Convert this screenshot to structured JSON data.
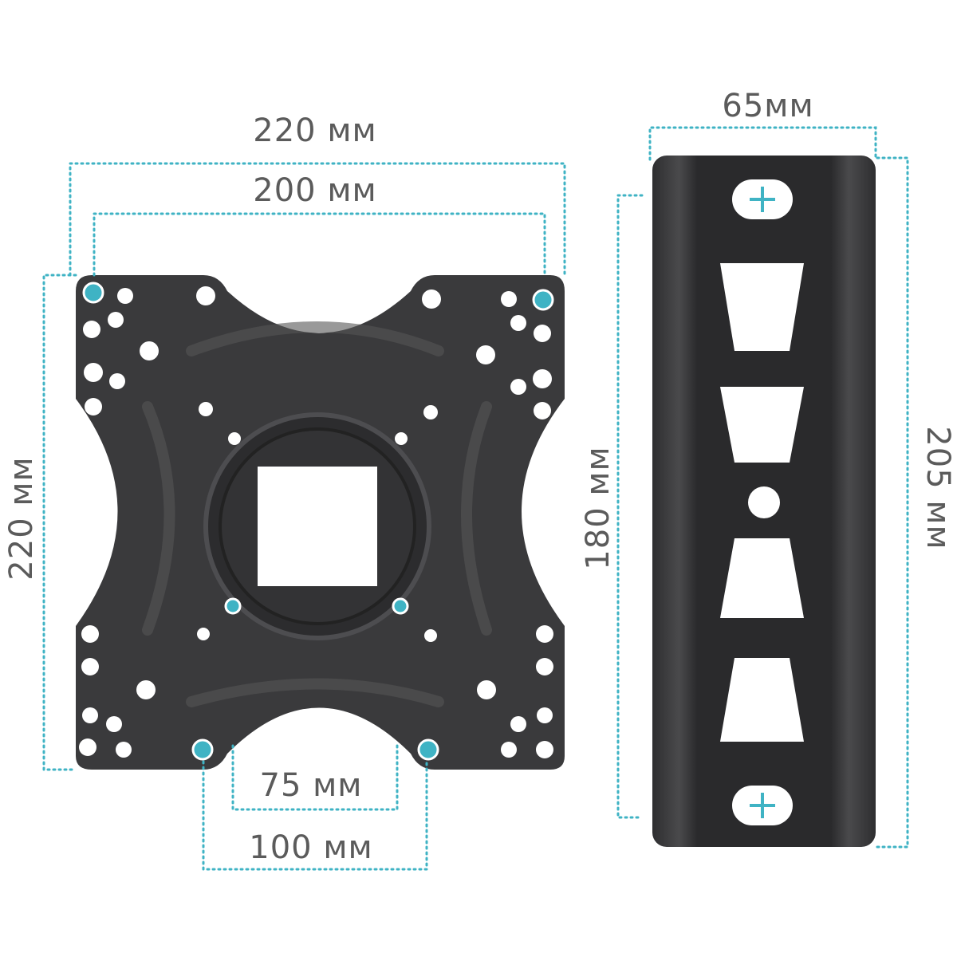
{
  "colors": {
    "plate": "#3a3a3c",
    "dimension_line": "#3fb3c4",
    "label_text": "#5b5b5b"
  },
  "plate": {
    "width_outer": "220 мм",
    "width_inner": "200 мм",
    "height": "220 мм",
    "spacing_small": "75 мм",
    "spacing_medium": "100 мм"
  },
  "rail": {
    "width": "65мм",
    "inner_height": "180 мм",
    "outer_height": "205 мм"
  }
}
